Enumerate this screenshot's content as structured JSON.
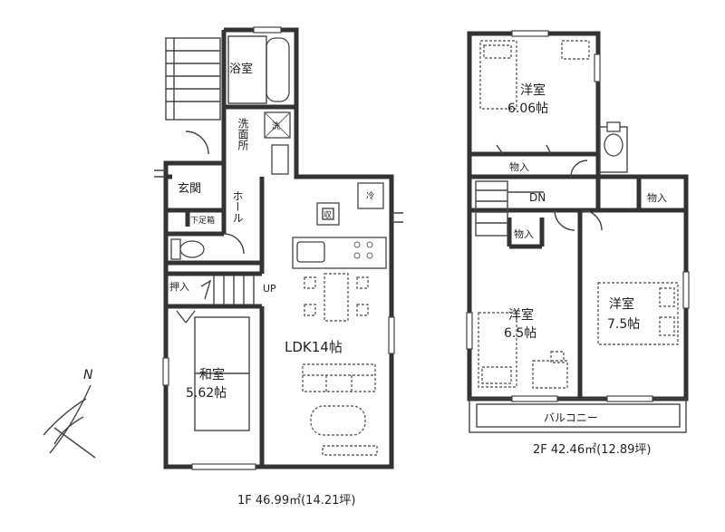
{
  "floor1": {
    "caption": "1F 46.99㎡(14.21坪)",
    "rooms": {
      "bath": "浴室",
      "wash_v": "洗面所",
      "entrance": "玄関",
      "hall_v": "ホール",
      "shoe_box": "下足箱",
      "closet_oshiire": "押入",
      "up": "UP",
      "washitsu": "和室",
      "washitsu_size": "5.62帖",
      "ldk": "LDK14帖",
      "storage": "収",
      "fridge": "冷",
      "washer": "洗"
    }
  },
  "floor2": {
    "caption": "2F 42.46㎡(12.89坪)",
    "rooms": {
      "western_a": "洋室",
      "western_a_size": "6.06帖",
      "closet_a": "物入",
      "dn": "DN",
      "closet_b": "物入",
      "closet_c": "物入",
      "western_b": "洋室",
      "western_b_size": "6.5帖",
      "western_c": "洋室",
      "western_c_size": "7.5帖",
      "balcony": "バルコニー"
    }
  },
  "compass": {
    "north_label": "N"
  },
  "colors": {
    "wall": "#333333",
    "line": "#444444",
    "background": "#ffffff"
  }
}
